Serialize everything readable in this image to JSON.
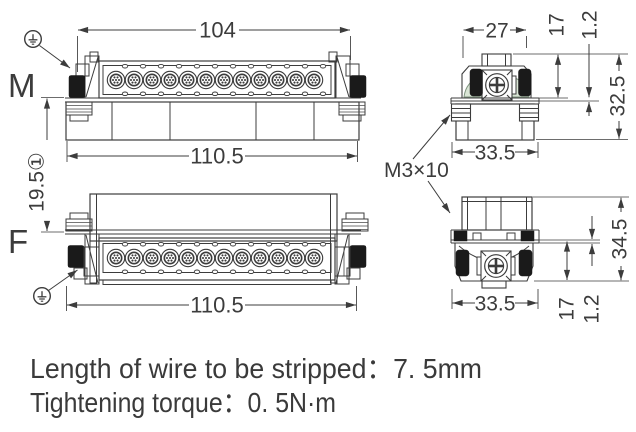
{
  "labels": {
    "male_view": "M",
    "female_view": "F",
    "screw_spec": "M3×10"
  },
  "dimensions": {
    "male_front": {
      "top_width": "104",
      "bottom_width": "110.5"
    },
    "male_side": {
      "top_width": "27",
      "upper_height": "17",
      "flange_thickness": "1.2",
      "total_height": "32.5",
      "bottom_width": "33.5"
    },
    "female_front": {
      "bottom_width": "110.5"
    },
    "female_side": {
      "total_height": "34.5",
      "bottom_width": "33.5",
      "lower_height": "17",
      "flange_thickness": "1.2"
    },
    "mating_gap": "19.5①"
  },
  "notes": {
    "wire_strip": "Length of wire to be stripped：7. 5mm",
    "torque": "Tightening torque：0. 5N·m"
  },
  "colors": {
    "line": "#3c3c3c",
    "text": "#3a3a3a",
    "seal_black": "#1a1a1a",
    "gasket_green": "#d9e5d5"
  }
}
